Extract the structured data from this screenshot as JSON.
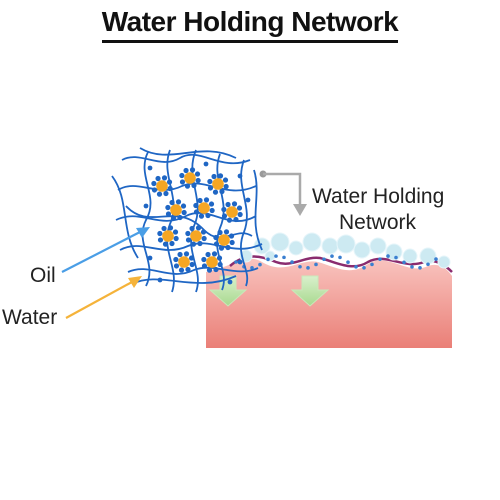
{
  "title": "Water Holding Network",
  "labels": {
    "network_line1": "Water Holding",
    "network_line2": "Network",
    "oil": "Oil",
    "water": "Water"
  },
  "colors": {
    "fiber": "#1f66c4",
    "water_dot": "#1f66c4",
    "oil_dot": "#f5a623",
    "skin_top": "#f6b3ad",
    "skin_bottom": "#ea8078",
    "membrane": "#8a2c6f",
    "bubble": "#cdeaf2",
    "down_arrow": "#b9e2a6",
    "oil_arrow": "#4a9ee6",
    "water_arrow": "#f5b33a",
    "connector": "#aaaaaa"
  },
  "icons": [
    "down-arrow-icon",
    "connector-arrow-icon"
  ]
}
